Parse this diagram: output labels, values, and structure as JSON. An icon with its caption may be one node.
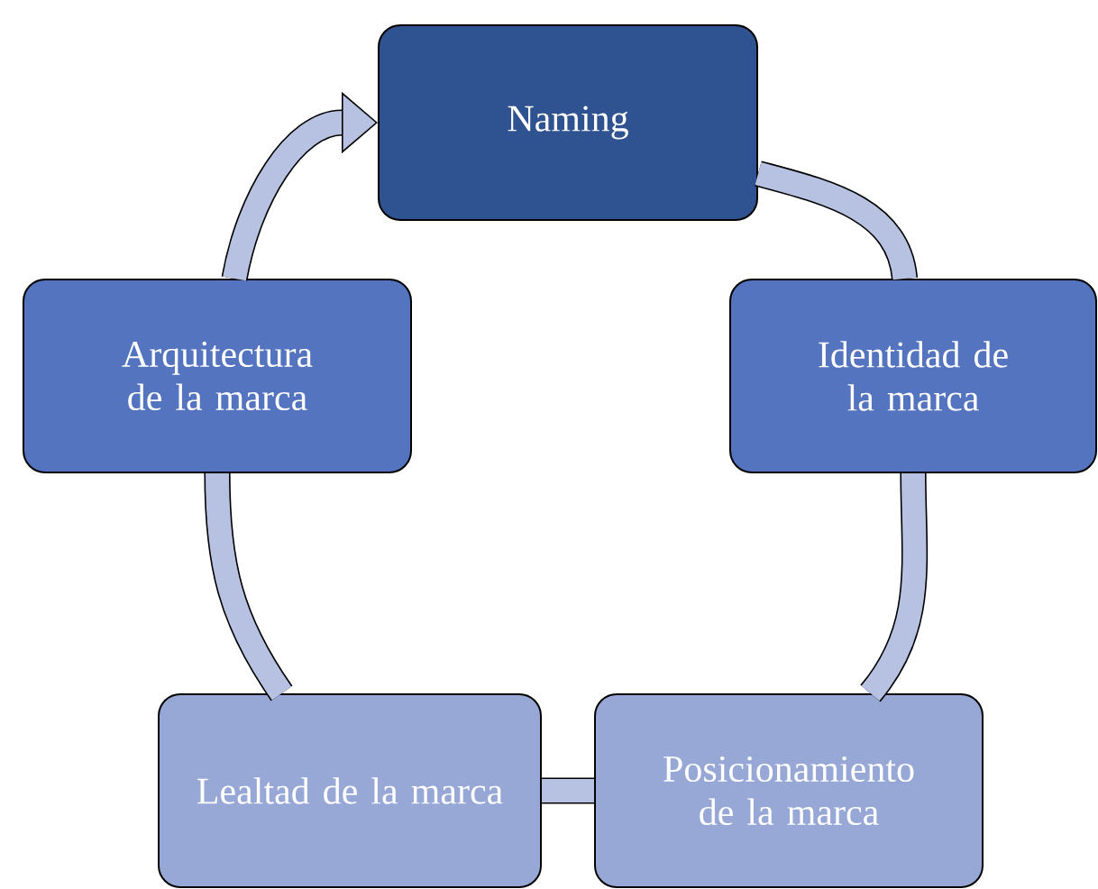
{
  "diagram": {
    "nodes": [
      {
        "text": [
          "Naming"
        ]
      },
      {
        "text": [
          "Identidad de la marca"
        ]
      },
      {
        "text": [
          "Posicionamiento de la marca"
        ]
      },
      {
        "text": [
          "Lealtad de la marca"
        ]
      },
      {
        "text": [
          "Arquitectura de la marca"
        ]
      }
    ],
    "edges": [
      {
        "from": 0,
        "to": 1,
        "arrow": "none"
      },
      {
        "from": 1,
        "to": 2,
        "arrow": "none"
      },
      {
        "from": 2,
        "to": 3,
        "arrow": "none"
      },
      {
        "from": 3,
        "to": 4,
        "arrow": "none"
      },
      {
        "from": 4,
        "to": 0,
        "arrow": "to"
      }
    ]
  }
}
